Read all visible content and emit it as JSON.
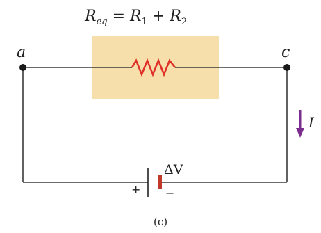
{
  "equation": {
    "lhs_symbol": "R",
    "lhs_sub": "eq",
    "equals": " = ",
    "r1_symbol": "R",
    "r1_sub": "1",
    "plus": " + ",
    "r2_symbol": "R",
    "r2_sub": "2"
  },
  "nodes": {
    "left": "a",
    "right": "c"
  },
  "current": {
    "symbol": "I"
  },
  "source": {
    "delta_v": "ΔV",
    "plus_sign": "+",
    "minus_sign": "−"
  },
  "caption": "(c)",
  "colors": {
    "wire": "#3a3a3a",
    "resistor": "#e0302a",
    "highlight_box": "#f6dfaa",
    "current_arrow": "#7b2d8e",
    "battery_long": "#222222",
    "battery_short": "#c0392b",
    "node": "#1a1a1a"
  }
}
